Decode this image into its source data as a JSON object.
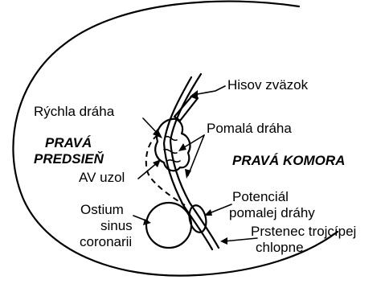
{
  "labels": {
    "hisov_zvazok": "Hisov zväzok",
    "rychla_draha": "Rýchla dráha",
    "pomala_draha": "Pomalá dráha",
    "prava_predsien_1": "PRAVÁ",
    "prava_predsien_2": "PREDSIEŇ",
    "prava_komora": "PRAVÁ KOMORA",
    "av_uzol": "AV uzol",
    "potencial_1": "Potenciál",
    "potencial_2": "pomalej dráhy",
    "ostium_1": "Ostium",
    "ostium_2": "sinus",
    "ostium_3": "coronarii",
    "prstenec_1": "Prstenec trojcípej",
    "prstenec_2": "chlopne"
  }
}
